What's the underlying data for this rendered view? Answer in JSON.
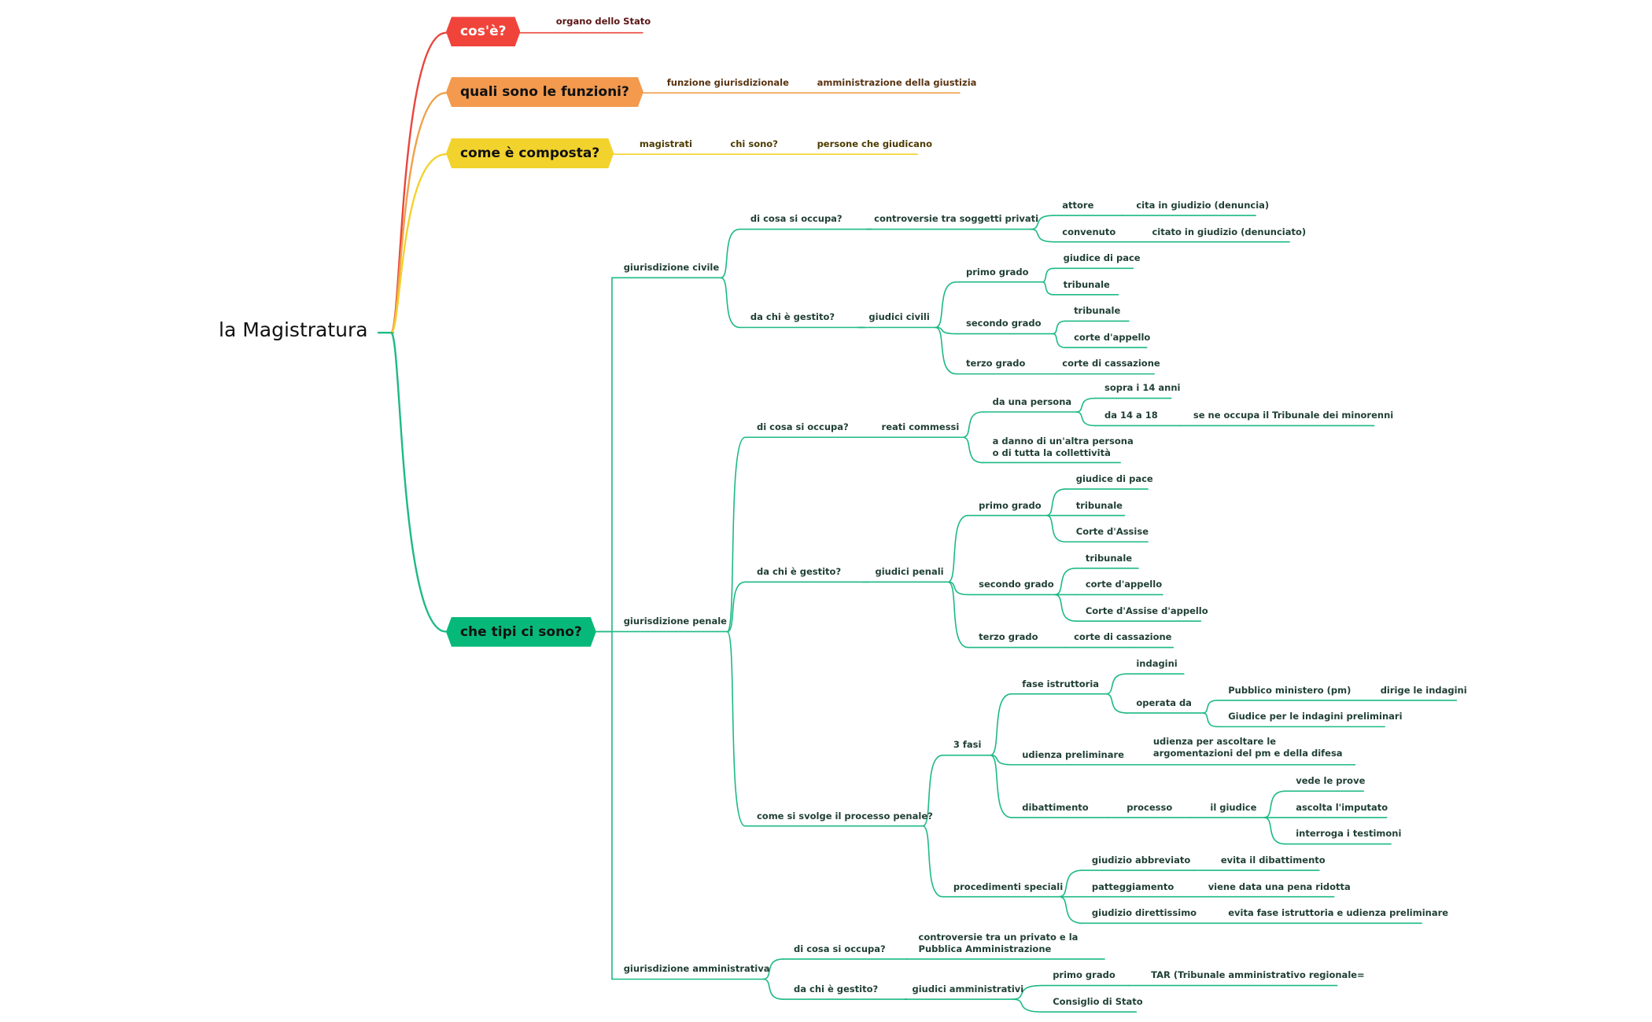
{
  "title": "la Magistratura",
  "colors": {
    "red": "#e8463c",
    "orange": "#f0a04a",
    "yellow": "#f2d22d",
    "green": "#1dba83"
  },
  "topics": [
    {
      "label": "cos'è?",
      "children": [
        {
          "label": "organo dello Stato"
        }
      ]
    },
    {
      "label": "quali sono le funzioni?",
      "children": [
        {
          "label": "funzione giurisdizionale",
          "children": [
            {
              "label": "amministrazione della giustizia"
            }
          ]
        }
      ]
    },
    {
      "label": "come è composta?",
      "children": [
        {
          "label": "magistrati",
          "children": [
            {
              "label": "chi sono?",
              "children": [
                {
                  "label": "persone che giudicano"
                }
              ]
            }
          ]
        }
      ]
    },
    {
      "label": "che tipi ci sono?",
      "children": [
        {
          "label": "giurisdizione civile",
          "children": [
            {
              "label": "di cosa si occupa?",
              "children": [
                {
                  "label": "controversie tra soggetti privati",
                  "children": [
                    {
                      "label": "attore",
                      "children": [
                        {
                          "label": "cita in giudizio (denuncia)"
                        }
                      ]
                    },
                    {
                      "label": "convenuto",
                      "children": [
                        {
                          "label": "citato in giudizio (denunciato)"
                        }
                      ]
                    }
                  ]
                }
              ]
            },
            {
              "label": "da chi è gestito?",
              "children": [
                {
                  "label": "giudici civili",
                  "children": [
                    {
                      "label": "primo grado",
                      "children": [
                        {
                          "label": "giudice di pace"
                        },
                        {
                          "label": "tribunale"
                        }
                      ]
                    },
                    {
                      "label": "secondo grado",
                      "children": [
                        {
                          "label": "tribunale"
                        },
                        {
                          "label": "corte d'appello"
                        }
                      ]
                    },
                    {
                      "label": "terzo grado",
                      "children": [
                        {
                          "label": "corte di cassazione"
                        }
                      ]
                    }
                  ]
                }
              ]
            }
          ]
        },
        {
          "label": "giurisdizione penale",
          "children": [
            {
              "label": "di cosa si occupa?",
              "children": [
                {
                  "label": "reati commessi",
                  "children": [
                    {
                      "label": "da una persona",
                      "children": [
                        {
                          "label": "sopra i 14 anni"
                        },
                        {
                          "label": "da 14 a 18",
                          "children": [
                            {
                              "label": "se ne occupa il Tribunale dei minorenni"
                            }
                          ]
                        }
                      ]
                    },
                    {
                      "label": "a danno di un'altra persona o di tutta la collettività"
                    }
                  ]
                }
              ]
            },
            {
              "label": "da chi è gestito?",
              "children": [
                {
                  "label": "giudici penali",
                  "children": [
                    {
                      "label": "primo grado",
                      "children": [
                        {
                          "label": "giudice di pace"
                        },
                        {
                          "label": "tribunale"
                        },
                        {
                          "label": "Corte d'Assise"
                        }
                      ]
                    },
                    {
                      "label": "secondo grado",
                      "children": [
                        {
                          "label": "tribunale"
                        },
                        {
                          "label": "corte d'appello"
                        },
                        {
                          "label": "Corte d'Assise d'appello"
                        }
                      ]
                    },
                    {
                      "label": "terzo grado",
                      "children": [
                        {
                          "label": "corte di cassazione"
                        }
                      ]
                    }
                  ]
                }
              ]
            },
            {
              "label": "come si svolge il processo penale?",
              "children": [
                {
                  "label": "3 fasi",
                  "children": [
                    {
                      "label": "fase istruttoria",
                      "children": [
                        {
                          "label": "indagini"
                        },
                        {
                          "label": "operata da",
                          "children": [
                            {
                              "label": "Pubblico ministero (pm)",
                              "children": [
                                {
                                  "label": "dirige le indagini"
                                }
                              ]
                            },
                            {
                              "label": "Giudice per le indagini preliminari"
                            }
                          ]
                        }
                      ]
                    },
                    {
                      "label": "udienza preliminare",
                      "children": [
                        {
                          "label": "udienza per ascoltare le argomentazioni del pm e della difesa"
                        }
                      ]
                    },
                    {
                      "label": "dibattimento",
                      "children": [
                        {
                          "label": "processo",
                          "children": [
                            {
                              "label": "il giudice",
                              "children": [
                                {
                                  "label": "vede le prove"
                                },
                                {
                                  "label": "ascolta l'imputato"
                                },
                                {
                                  "label": "interroga i testimoni"
                                }
                              ]
                            }
                          ]
                        }
                      ]
                    }
                  ]
                },
                {
                  "label": "procedimenti speciali",
                  "children": [
                    {
                      "label": "giudizio abbreviato",
                      "children": [
                        {
                          "label": "evita il dibattimento"
                        }
                      ]
                    },
                    {
                      "label": "patteggiamento",
                      "children": [
                        {
                          "label": "viene data una pena ridotta"
                        }
                      ]
                    },
                    {
                      "label": "giudizio direttissimo",
                      "children": [
                        {
                          "label": "evita fase istruttoria e udienza preliminare"
                        }
                      ]
                    }
                  ]
                }
              ]
            }
          ]
        },
        {
          "label": "giurisdizione amministrativa",
          "children": [
            {
              "label": "di cosa si occupa?",
              "children": [
                {
                  "label": "controversie tra un privato e la Pubblica Amministrazione"
                }
              ]
            },
            {
              "label": "da chi è gestito?",
              "children": [
                {
                  "label": "giudici amministrativi",
                  "children": [
                    {
                      "label": "primo grado",
                      "children": [
                        {
                          "label": "TAR (Tribunale amministrativo regionale="
                        }
                      ]
                    },
                    {
                      "label": "Consiglio di Stato"
                    }
                  ]
                }
              ]
            }
          ]
        }
      ]
    }
  ]
}
